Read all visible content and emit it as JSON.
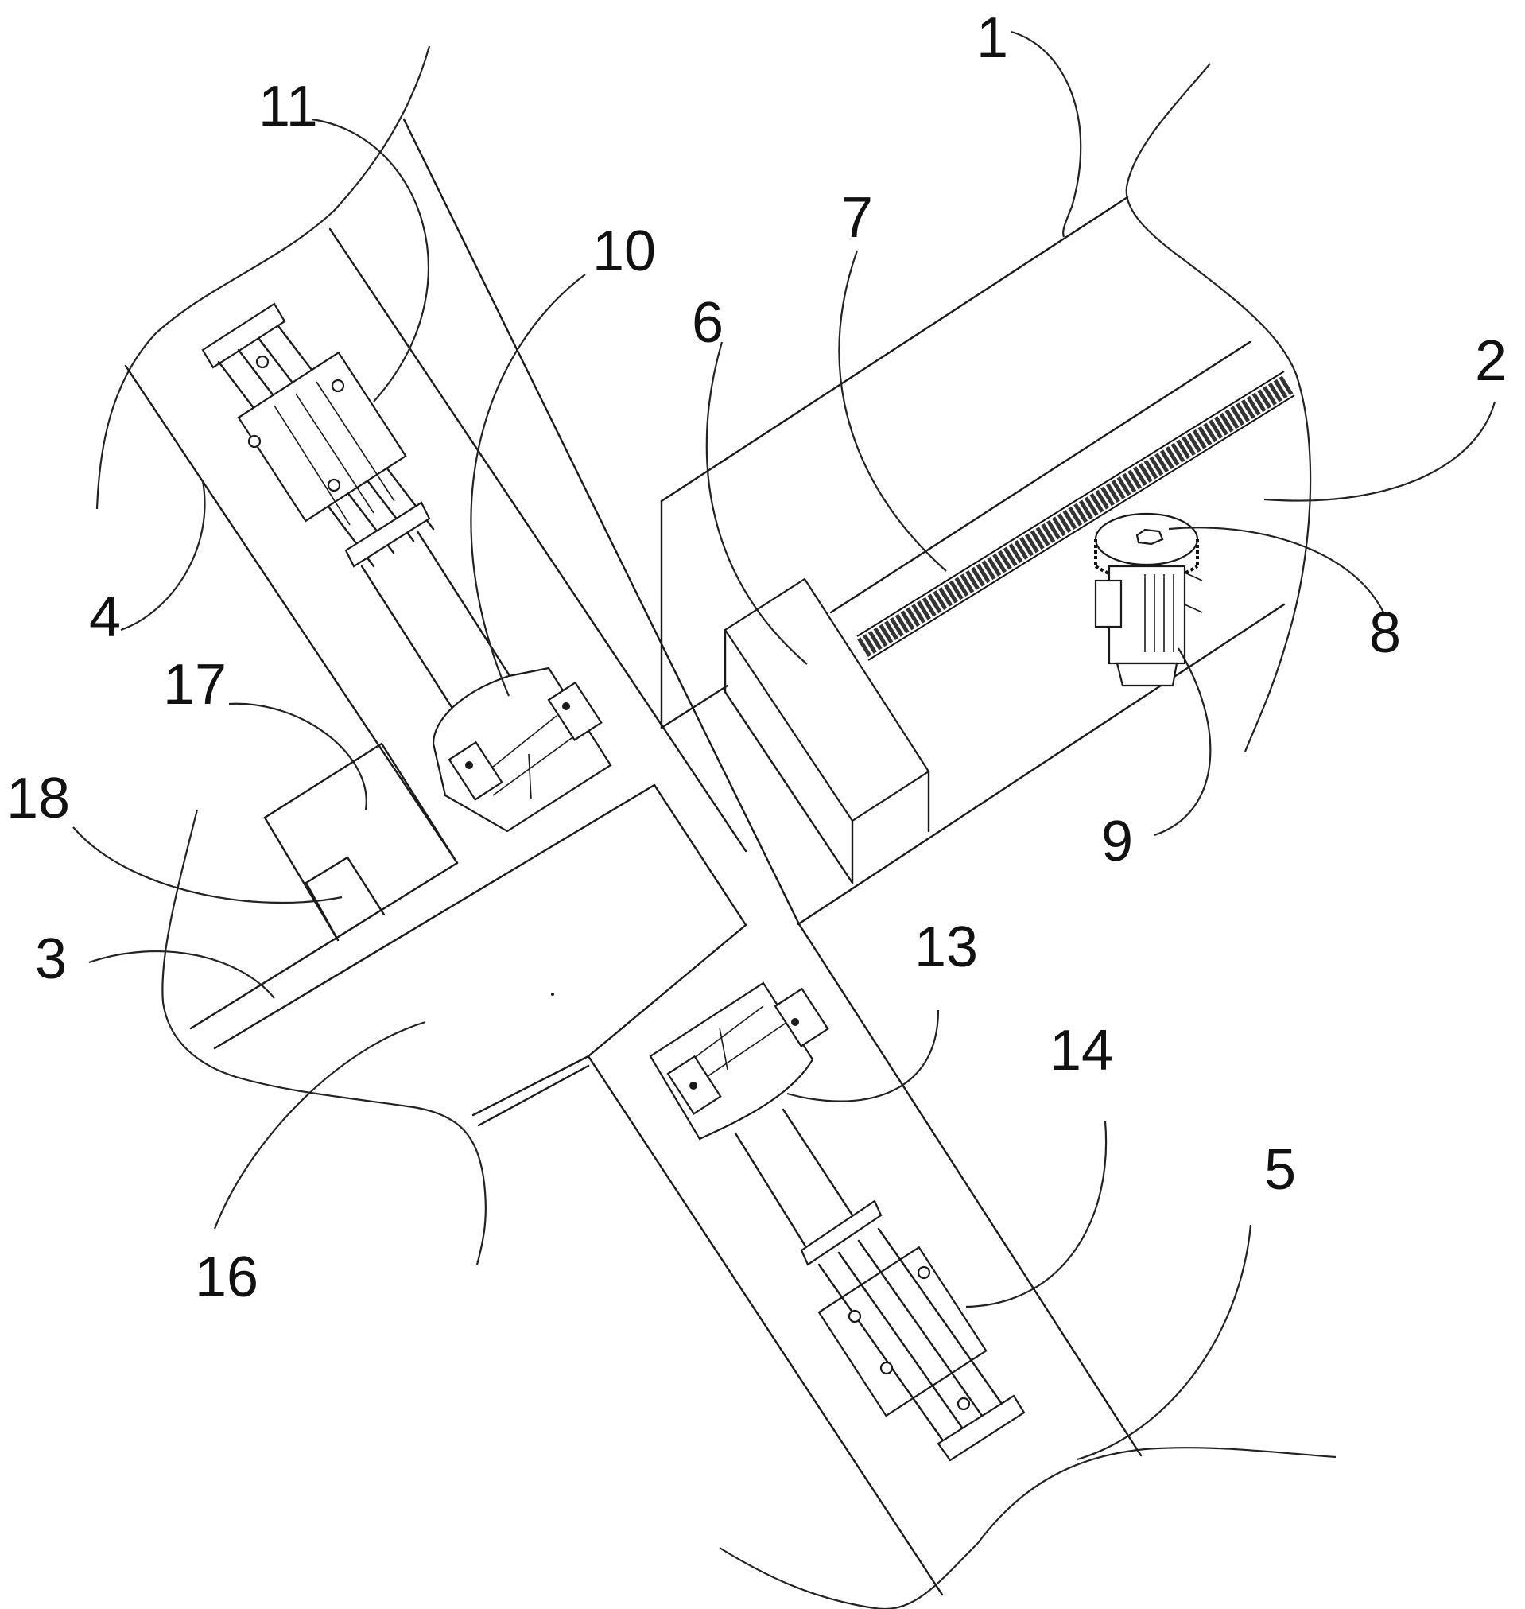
{
  "figure": {
    "type": "patent-technical-drawing",
    "background_color": "#ffffff",
    "line_color": "#1a1a1a",
    "labels": [
      {
        "id": "label-1",
        "text": "1"
      },
      {
        "id": "label-2",
        "text": "2"
      },
      {
        "id": "label-3",
        "text": "3"
      },
      {
        "id": "label-4",
        "text": "4"
      },
      {
        "id": "label-5",
        "text": "5"
      },
      {
        "id": "label-6",
        "text": "6"
      },
      {
        "id": "label-7",
        "text": "7"
      },
      {
        "id": "label-8",
        "text": "8"
      },
      {
        "id": "label-9",
        "text": "9"
      },
      {
        "id": "label-10",
        "text": "10"
      },
      {
        "id": "label-11",
        "text": "11"
      },
      {
        "id": "label-13",
        "text": "13"
      },
      {
        "id": "label-14",
        "text": "14"
      },
      {
        "id": "label-16",
        "text": "16"
      },
      {
        "id": "label-17",
        "text": "17"
      },
      {
        "id": "label-18",
        "text": "18"
      }
    ]
  }
}
